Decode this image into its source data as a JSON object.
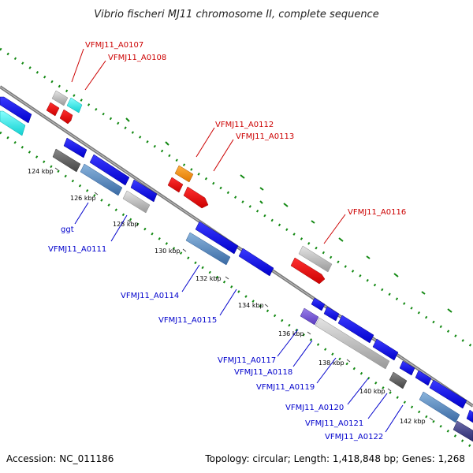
{
  "title": "Vibrio fischeri MJ11 chromosome II, complete sequence",
  "footer": {
    "accession": "Accession: NC_011186",
    "topology": "Topology: circular; Length: 1,418,848 bp; Genes: 1,268"
  },
  "ticks": [
    "124 kbp",
    "126 kbp",
    "128 kbp",
    "130 kbp",
    "132 kbp",
    "134 kbp",
    "136 kbp",
    "138 kbp",
    "140 kbp",
    "142 kbp"
  ],
  "labels_top": [
    "VFMJ11_A0107",
    "VFMJ11_A0108",
    "VFMJ11_A0112",
    "VFMJ11_A0113",
    "VFMJ11_A0116"
  ],
  "labels_bottom": [
    "ggt",
    "VFMJ11_A0111",
    "VFMJ11_A0114",
    "VFMJ11_A0115",
    "VFMJ11_A0117",
    "VFMJ11_A0118",
    "VFMJ11_A0119",
    "VFMJ11_A0120",
    "VFMJ11_A0121",
    "VFMJ11_A0122"
  ],
  "colors": {
    "backbone": "#888888",
    "gc_track": "#118811",
    "cds_blue": "#1414e6",
    "rna_red": "#e61414",
    "gray_gene": "#bbbbbb",
    "steel_gene": "#4a78b4",
    "cyan_gene": "#1ee6e6",
    "orange_gene": "#f08a10",
    "label_red": "#cc0000",
    "label_blue": "#0000cc"
  }
}
